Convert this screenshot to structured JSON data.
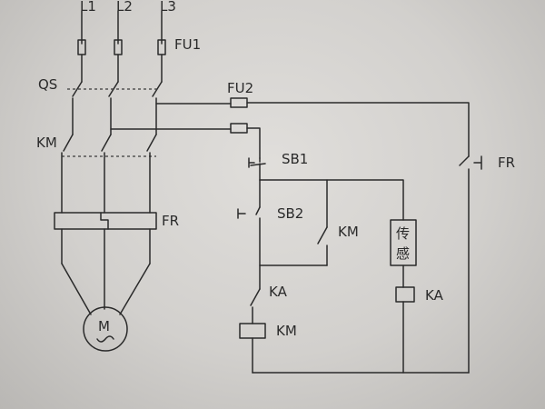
{
  "labels": {
    "l1": "L1",
    "l2": "L2",
    "l3": "L3",
    "fu1": "FU1",
    "qs": "QS",
    "fu2": "FU2",
    "km_main": "KM",
    "fr_main": "FR",
    "motor": "M",
    "sb1": "SB1",
    "sb2": "SB2",
    "km_hold": "KM",
    "sensor_1": "传",
    "sensor_2": "感",
    "ka_contact": "KA",
    "ka_coil": "KA",
    "km_coil": "KM",
    "fr_contact": "FR"
  }
}
